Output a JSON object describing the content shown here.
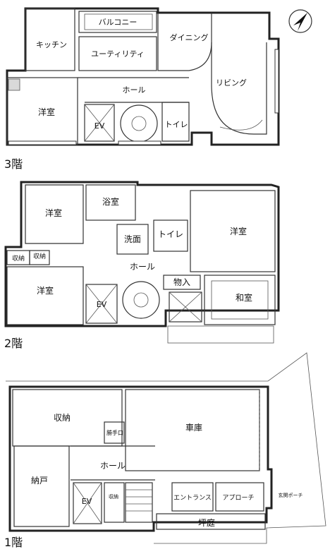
{
  "floors": [
    {
      "id": "f3",
      "label": "3階",
      "rooms": {
        "kitchen": "キッチン",
        "balcony": "バルコニー",
        "utility": "ユーティリティ",
        "dining": "ダイニング",
        "hall": "ホール",
        "living": "リビング",
        "western": "洋室",
        "ev": "EV",
        "toilet": "トイレ"
      }
    },
    {
      "id": "f2",
      "label": "2階",
      "rooms": {
        "western_a": "洋室",
        "bath": "浴室",
        "washroom": "洗面",
        "toilet": "トイレ",
        "western_b": "洋室",
        "storage": "収納",
        "storage_small": "収納",
        "hall": "ホール",
        "western_c": "洋室",
        "ev": "EV",
        "closet": "物入",
        "japanese": "和室"
      }
    },
    {
      "id": "f1",
      "label": "1階",
      "rooms": {
        "storage": "収納",
        "kitchen_door": "勝手口",
        "garage": "車庫",
        "hall": "ホール",
        "nando": "納戸",
        "ev": "EV",
        "storage_small": "収納",
        "entrance": "エントランス",
        "approach": "アプローチ",
        "porch": "玄関ポーチ",
        "garden": "坪庭"
      }
    }
  ],
  "compass": {
    "icon": "north-arrow-icon"
  }
}
